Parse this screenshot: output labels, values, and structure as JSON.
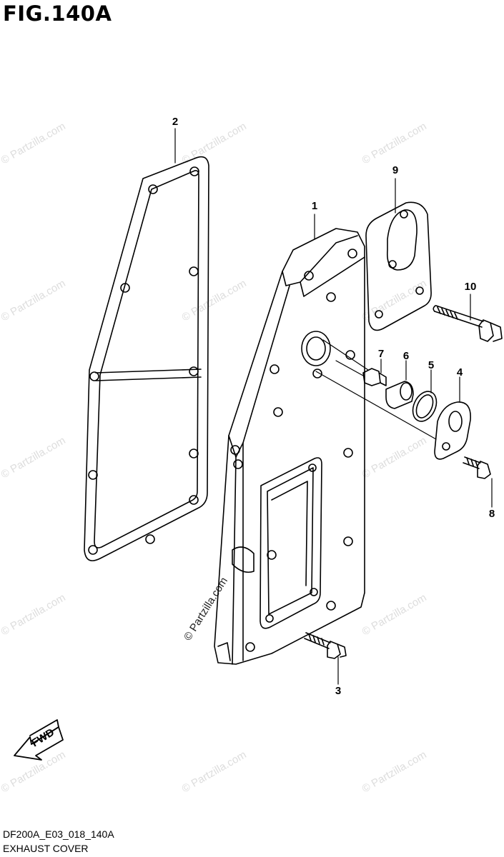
{
  "figure": {
    "title": "FIG.140A",
    "code": "DF200A_E03_018_140A",
    "name": "EXHAUST COVER"
  },
  "callouts": [
    {
      "id": "1",
      "label": "1"
    },
    {
      "id": "2",
      "label": "2"
    },
    {
      "id": "3",
      "label": "3"
    },
    {
      "id": "4",
      "label": "4"
    },
    {
      "id": "5",
      "label": "5"
    },
    {
      "id": "6",
      "label": "6"
    },
    {
      "id": "7",
      "label": "7"
    },
    {
      "id": "8",
      "label": "8"
    },
    {
      "id": "9",
      "label": "9"
    },
    {
      "id": "10",
      "label": "10"
    }
  ],
  "direction_marker": {
    "label": "FWD"
  },
  "watermark": {
    "text": "© Partzilla.com"
  }
}
